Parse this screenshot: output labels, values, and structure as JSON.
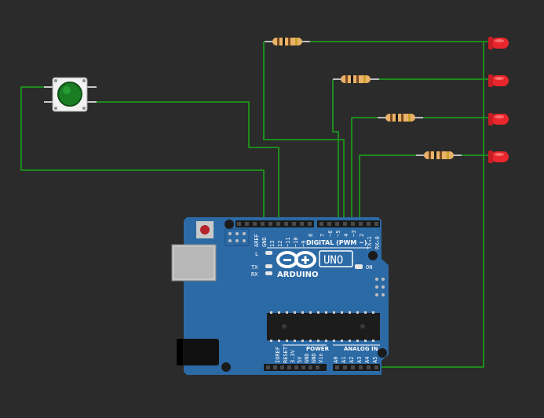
{
  "board": {
    "brand": "ARDUINO",
    "model": "UNO",
    "on_label": "ON",
    "l_label": "L",
    "tx_label": "TX",
    "rx_label": "RX",
    "digital_label": "DIGITAL (PWM ~)",
    "power_label": "POWER",
    "analog_label": "ANALOG IN",
    "digital_pins": [
      "AREF",
      "GND",
      "13",
      "12",
      "~11",
      "~10",
      "~9",
      "8",
      "7",
      "~6",
      "~5",
      "4",
      "~3",
      "2",
      "TX→1",
      "RX←0"
    ],
    "power_pins": [
      "IOREF",
      "RESET",
      "3.3V",
      "5V",
      "GND",
      "GND",
      "Vin"
    ],
    "analog_pins": [
      "A0",
      "A1",
      "A2",
      "A3",
      "A4",
      "A5"
    ]
  },
  "components": {
    "pushbutton": "green pushbutton",
    "resistors": 4,
    "leds": 4,
    "led_color": "#e8262b",
    "button_color": "#1f9e2a"
  },
  "colors": {
    "background": "#2b2b2b",
    "board": "#2c6aa6",
    "wire": "#1e8a1e"
  }
}
